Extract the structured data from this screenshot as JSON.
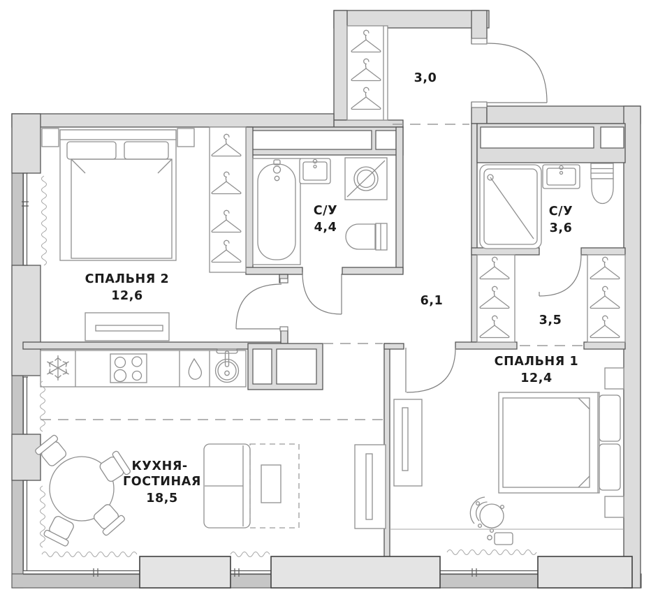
{
  "plan_type": "apartment-floor-plan",
  "rooms": {
    "hallway": {
      "area": "3,0"
    },
    "bedroom2": {
      "name": "СПАЛЬНЯ 2",
      "area": "12,6"
    },
    "bathroom_main": {
      "name": "С/У",
      "area": "4,4"
    },
    "bathroom_master": {
      "name": "С/У",
      "area": "3,6"
    },
    "corridor": {
      "area": "6,1"
    },
    "wardrobe": {
      "area": "3,5"
    },
    "bedroom1": {
      "name": "СПАЛЬНЯ 1",
      "area": "12,4"
    },
    "kitchen_living": {
      "name_line1": "КУХНЯ-",
      "name_line2": "ГОСТИНАЯ",
      "area": "18,5"
    }
  },
  "colors": {
    "background": "#ffffff",
    "wall_fill": "#dcdcdc",
    "outer_band": "#c6c6c6",
    "balcony_slab": "#e4e4e4",
    "wall_line": "#565656",
    "furniture_line": "#8f8f8f",
    "dash_line": "#9b9b9b",
    "text": "#1b1b1b"
  }
}
